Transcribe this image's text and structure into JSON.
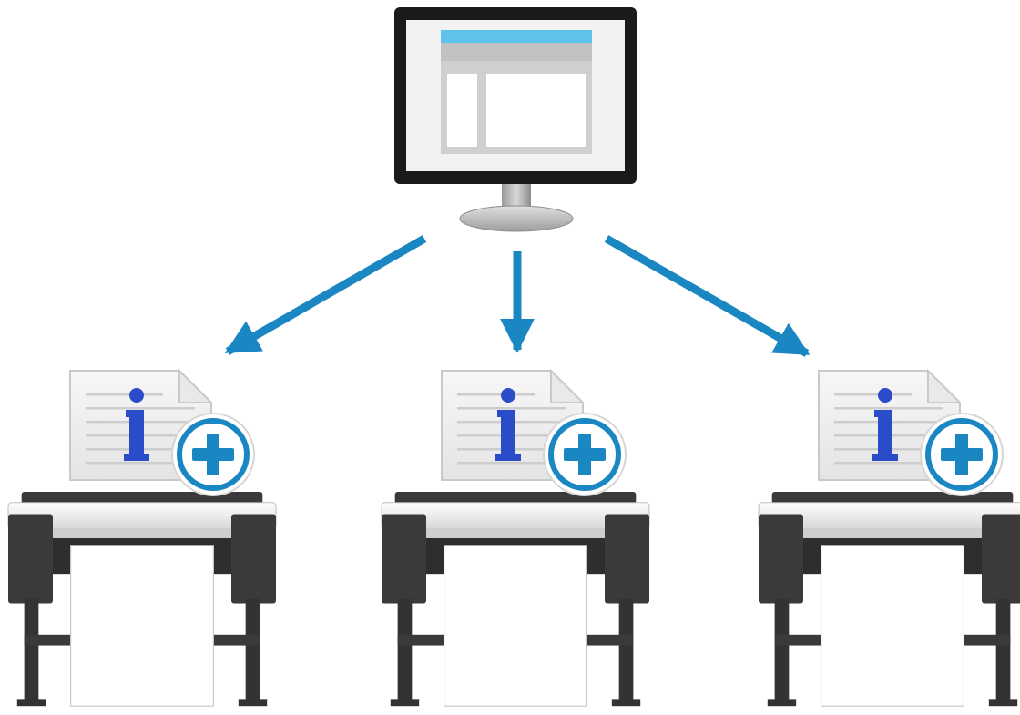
{
  "diagram": {
    "kind": "distribution-diagram",
    "source": {
      "icon": "computer-monitor-icon"
    },
    "arrows": {
      "count": 3,
      "color": "#1b87c2",
      "direction": "from-computer-to-printers"
    },
    "targets": [
      {
        "icon": "large-format-printer-icon",
        "badge": "info-document-add-icon"
      },
      {
        "icon": "large-format-printer-icon",
        "badge": "info-document-add-icon"
      },
      {
        "icon": "large-format-printer-icon",
        "badge": "info-document-add-icon"
      }
    ],
    "colors": {
      "accent": "#1b87c2",
      "info_glyph": "#2b4cc8",
      "screen_bar": "#5ec3ea",
      "printer_body": "#3a3a3a"
    }
  }
}
